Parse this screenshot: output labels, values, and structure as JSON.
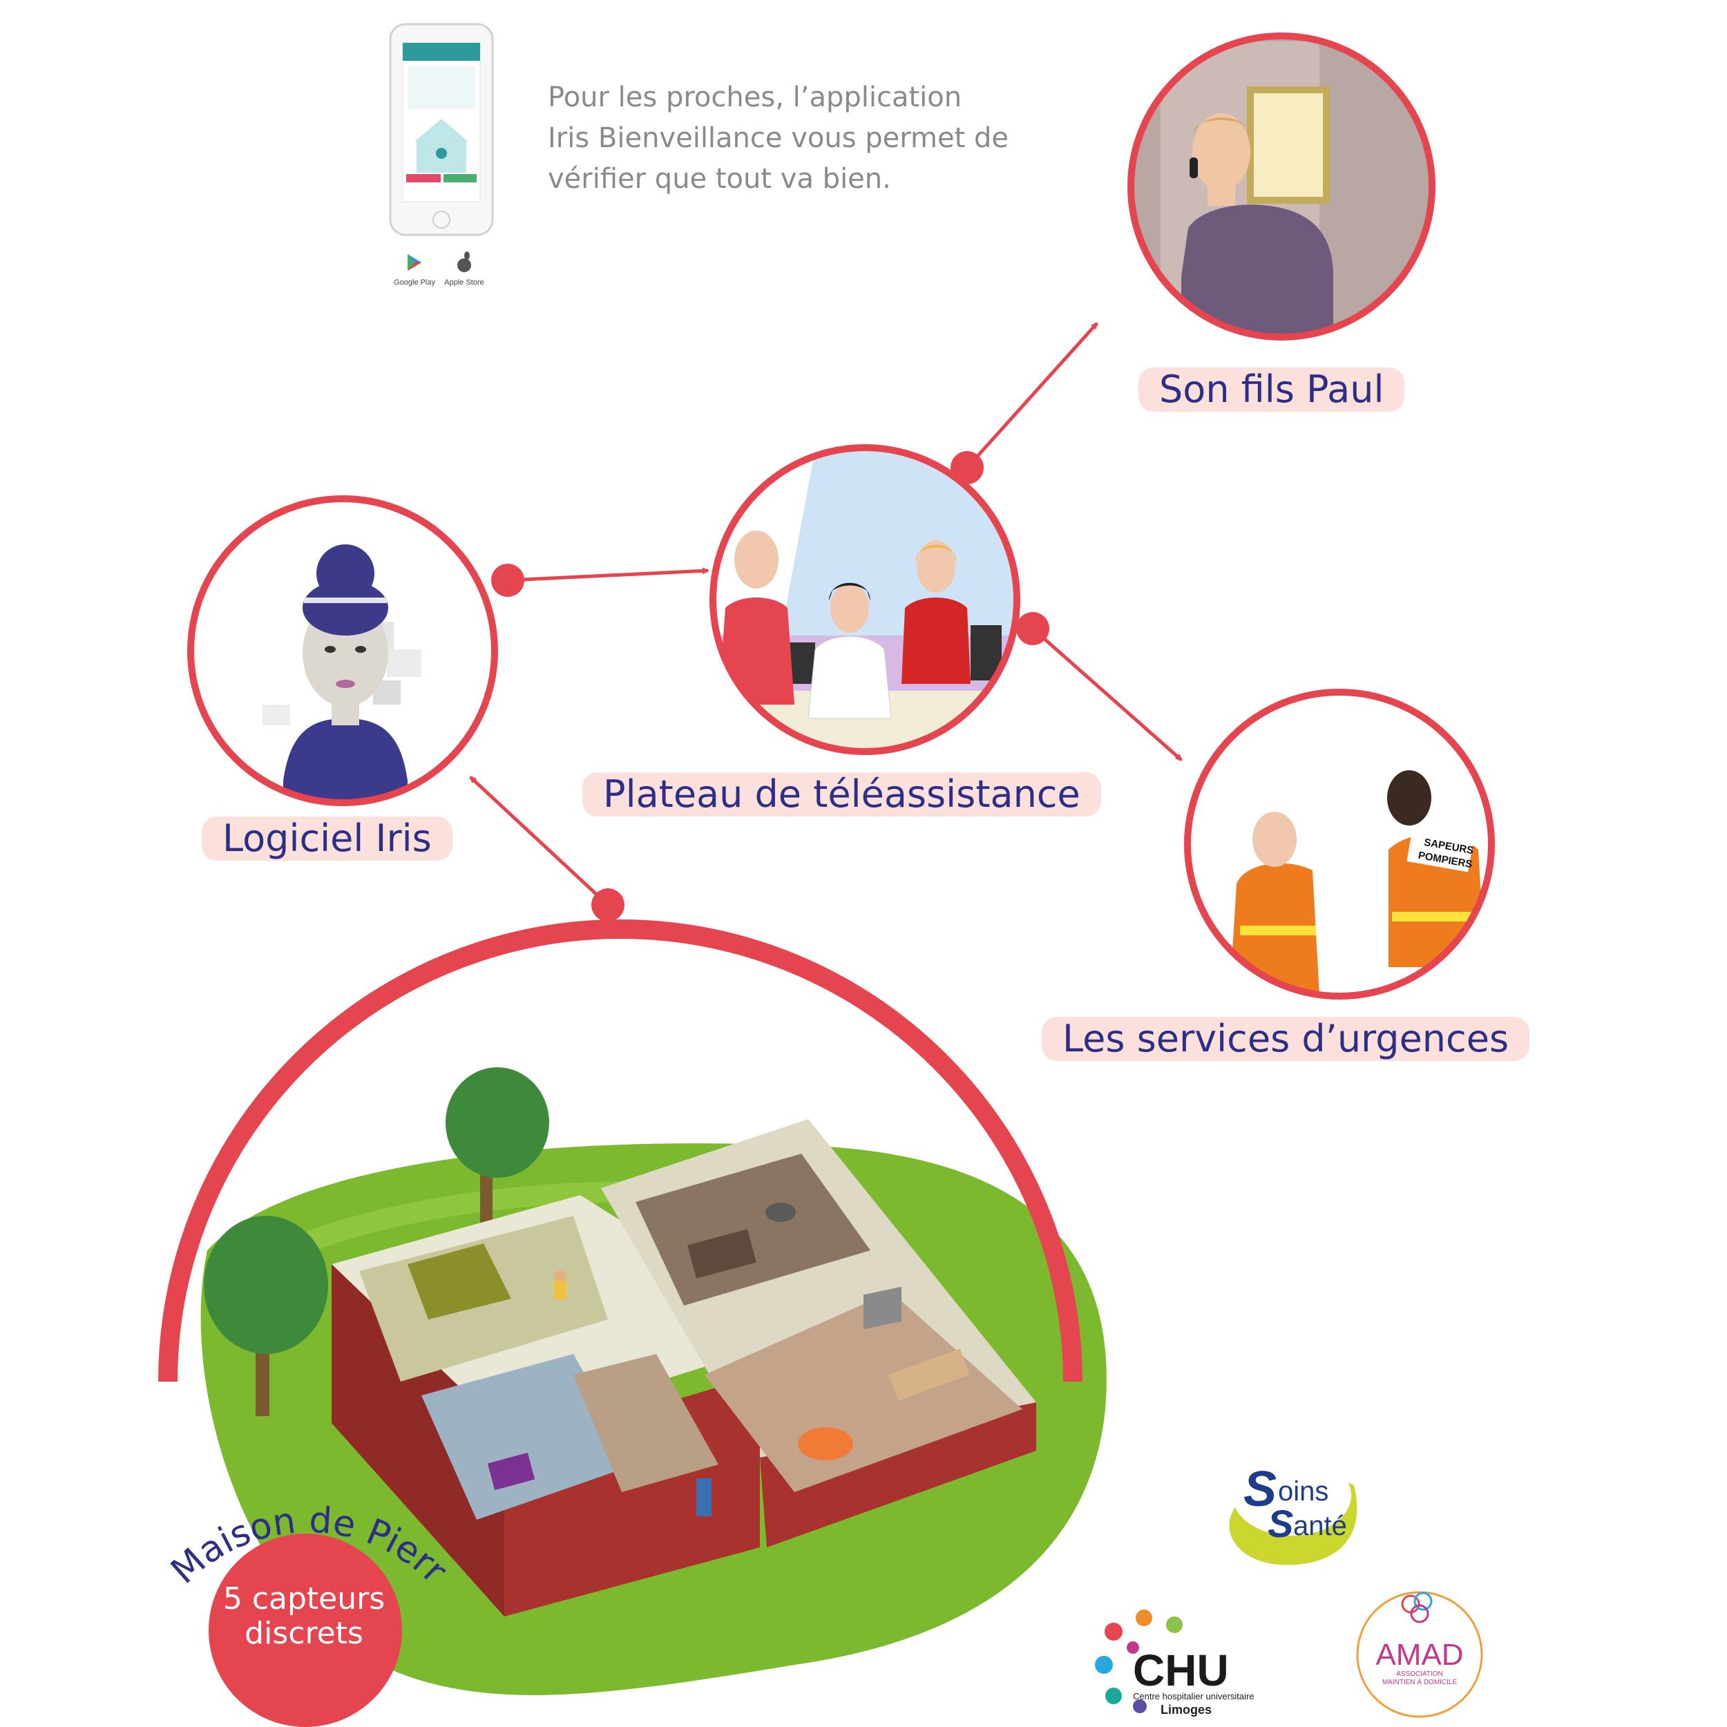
{
  "intro": {
    "lines": [
      "Pour les proches, l’application",
      "Iris Bienveillance vous permet de",
      "vérifier que tout va bien."
    ]
  },
  "store_badges": [
    "Google Play",
    "Apple Store"
  ],
  "nodes": {
    "son": "Son fils Paul",
    "platform": "Plateau de téléassistance",
    "iris": "Logiciel Iris",
    "emergency": "Les services d’urgences"
  },
  "firefighter_vest": [
    "SAPEURS",
    "POMPIERS"
  ],
  "house": {
    "title": "Maison de Pierre",
    "sensors_line1": "5 capteurs",
    "sensors_line2": "discrets"
  },
  "logos": {
    "soins_top": "oins",
    "soins_bottom": "anté",
    "soins_s1": "S",
    "soins_s2": "S",
    "chu": "CHU",
    "chu_subtitle": "Centre hospitalier universitaire",
    "chu_city": "Limoges",
    "amad": "AMAD",
    "amad_line1": "ASSOCIATION",
    "amad_line2": "MAINTIEN À DOMICILE"
  },
  "colors": {
    "accent_red": "#e4454e",
    "label_bg": "#fbe0db",
    "label_text": "#2d2f86",
    "grass": "#7cb92f",
    "wall": "#8f2a26"
  }
}
